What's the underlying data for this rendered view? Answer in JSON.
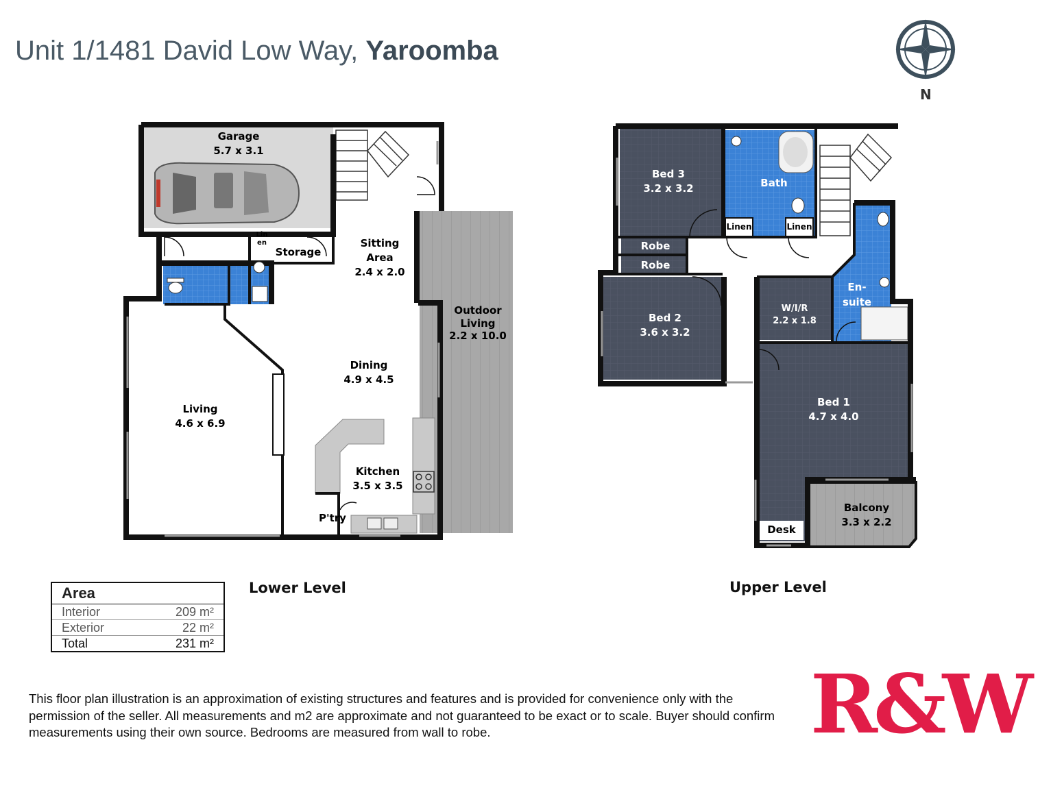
{
  "header": {
    "address": "Unit 1/1481 David Low Way,",
    "suburb": "Yaroomba"
  },
  "compass": {
    "label": "N"
  },
  "levels": {
    "lower": "Lower Level",
    "upper": "Upper Level"
  },
  "rooms": {
    "garage": {
      "name": "Garage",
      "dims": "5.7 x 3.1"
    },
    "linen_lower": {
      "line1": "Lin",
      "line2": "en"
    },
    "storage": {
      "name": "Storage"
    },
    "sitting": {
      "line1": "Sitting",
      "line2": "Area",
      "dims": "2.4 x 2.0"
    },
    "outdoor": {
      "line1": "Outdoor",
      "line2": "Living",
      "dims": "2.2 x 10.0"
    },
    "dining": {
      "name": "Dining",
      "dims": "4.9 x 4.5"
    },
    "living": {
      "name": "Living",
      "dims": "4.6 x 6.9"
    },
    "kitchen": {
      "name": "Kitchen",
      "dims": "3.5 x 3.5"
    },
    "pantry": {
      "name": "P'try"
    },
    "bed3": {
      "name": "Bed 3",
      "dims": "3.2 x 3.2"
    },
    "bath": {
      "name": "Bath"
    },
    "linen1": {
      "name": "Linen"
    },
    "linen2": {
      "name": "Linen"
    },
    "robe1": {
      "name": "Robe"
    },
    "robe2": {
      "name": "Robe"
    },
    "bed2": {
      "name": "Bed 2",
      "dims": "3.6 x 3.2"
    },
    "wir": {
      "name": "W/I/R",
      "dims": "2.2 x 1.8"
    },
    "ensuite": {
      "line1": "En-",
      "line2": "suite"
    },
    "bed1": {
      "name": "Bed 1",
      "dims": "4.7 x 4.0"
    },
    "balcony": {
      "name": "Balcony",
      "dims": "3.3 x 2.2"
    },
    "desk": {
      "name": "Desk"
    }
  },
  "area_table": {
    "title": "Area",
    "rows": [
      {
        "label": "Interior",
        "value": "209 m²"
      },
      {
        "label": "Exterior",
        "value": "22 m²"
      },
      {
        "label": "Total",
        "value": "231 m²"
      }
    ]
  },
  "disclaimer": "This floor plan illustration is an approximation of existing structures and features and is provided for convenience only with the permission of the seller. All measurements and m2 are approximate and not guaranteed to be exact or to scale. Buyer should confirm measurements using their own source. Bedrooms are measured from wall to robe.",
  "brand": {
    "logo_text": "R&W",
    "logo_color": "#e11d48"
  },
  "colors": {
    "bedroom": "#4a5160",
    "wet_area": "#3b82d6",
    "garage": "#d9d9d9",
    "deck": "#a8a8a8",
    "wall": "#111111"
  }
}
